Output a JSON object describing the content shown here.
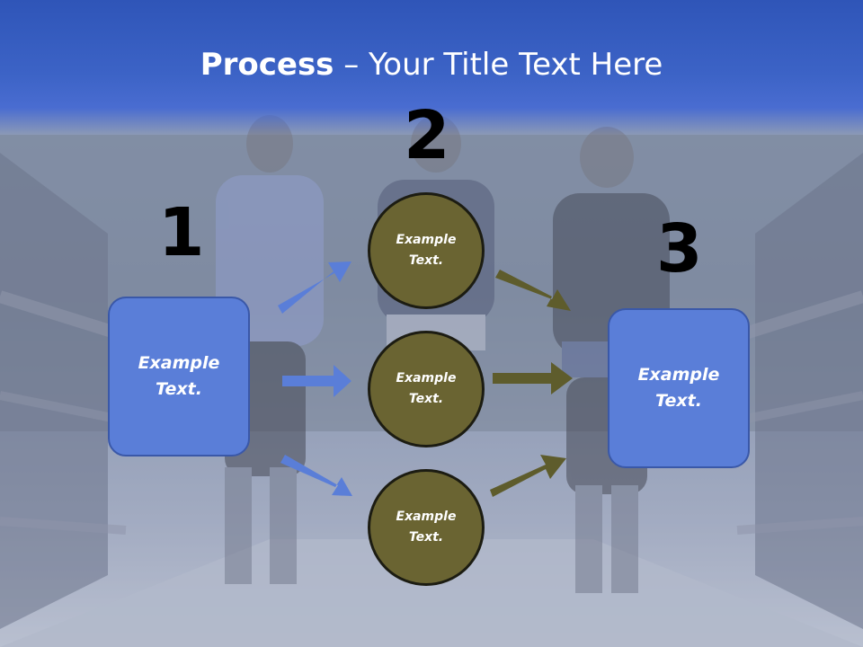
{
  "title": {
    "bold": "Process",
    "rest": " – Your Title Text Here"
  },
  "steps": {
    "one": "1",
    "two": "2",
    "three": "3"
  },
  "left_box": {
    "line1": "Example",
    "line2": "Text."
  },
  "right_box": {
    "line1": "Example",
    "line2": "Text."
  },
  "circles": [
    {
      "line1": "Example",
      "line2": "Text."
    },
    {
      "line1": "Example",
      "line2": "Text."
    },
    {
      "line1": "Example",
      "line2": "Text."
    }
  ],
  "colors": {
    "box_fill": "#5a7ed8",
    "circle_fill": "#6a6432",
    "blue_arrow": "#5a7ed8",
    "olive_arrow": "#5e5c2c",
    "title_band": "#3c63c6"
  }
}
